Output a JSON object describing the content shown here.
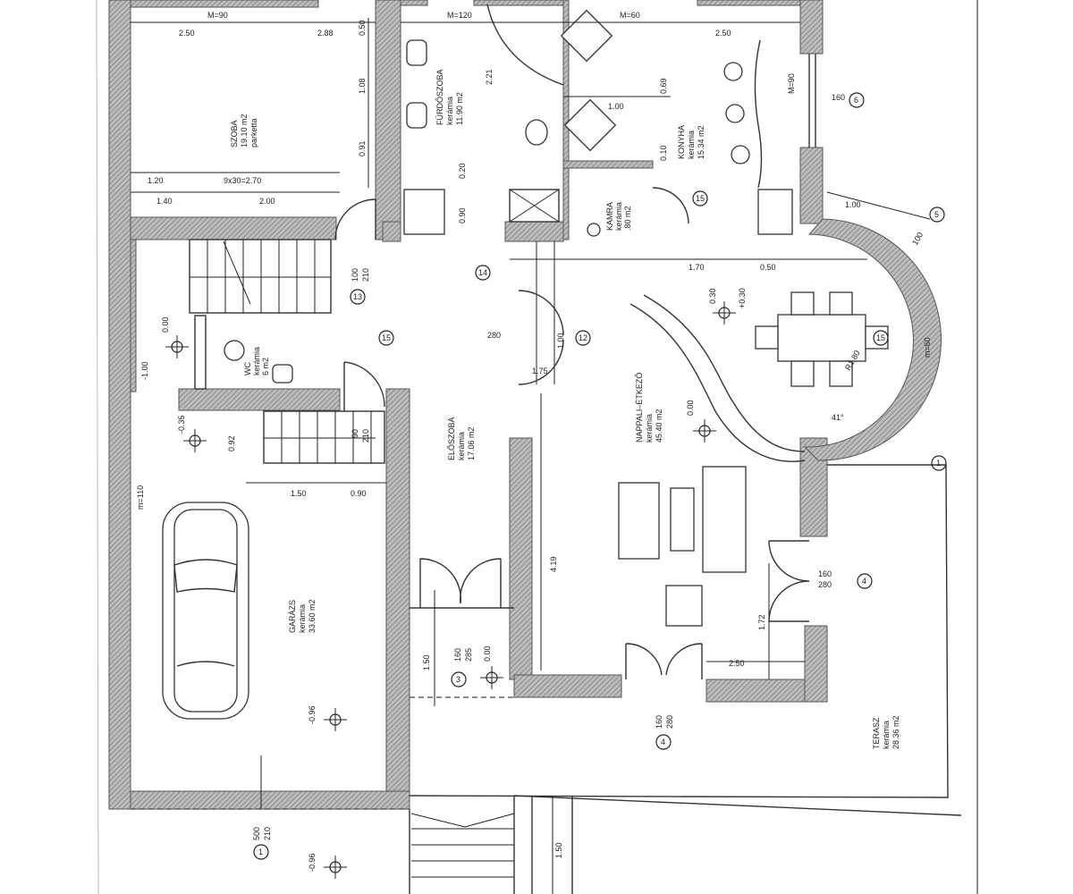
{
  "rooms": {
    "szoba": {
      "name": "SZOBA",
      "area": "19.10 m2",
      "floor": "parketta"
    },
    "furdo": {
      "name": "FÜRDŐSZOBA",
      "floor": "kerámia",
      "area": "11.90 m2"
    },
    "konyha": {
      "name": "KONYHA",
      "floor": "kerámia",
      "area": "15.34 m2"
    },
    "kamra": {
      "name": "KAMRA",
      "floor": "kerámia",
      "area": ".80 m2"
    },
    "wc": {
      "name": "WC",
      "floor": "kerámia",
      "area": "6 m2"
    },
    "eloszoba": {
      "name": "ELŐSZOBA",
      "floor": "kerámia",
      "area": "17.06 m2"
    },
    "nappali": {
      "name": "NAPPALI–ÉTKEZŐ",
      "floor": "kerámia",
      "area": "45.40 m2"
    },
    "garazs": {
      "name": "GARÁZS",
      "floor": "kerámia",
      "area": "33.60 m2"
    },
    "terasz": {
      "name": "TERASZ",
      "floor": "kerámia",
      "area": "28.36 m2"
    }
  },
  "dimensions": {
    "d1": "M=90",
    "d2": "2.50",
    "d3": "2.88",
    "d4": "0.50",
    "d5": "1.08",
    "d6": "0.91",
    "d7": "1.20",
    "d8": "9x30=2.70",
    "d9": "2.00",
    "d10": "1.40",
    "d11": "M=120",
    "d12": "2.21",
    "d13": "0.90",
    "d14": "0.20",
    "d15": "M=60",
    "d16": "2.50",
    "d17": "0.69",
    "d18": "1.00",
    "d19": "0.10",
    "d20": "M=90",
    "d21": "160",
    "d22": "1.00",
    "d23": "100",
    "d24": "1.70",
    "d25": "0.50",
    "d26": "0.30",
    "d27": "280",
    "d28": "1.00",
    "d29": "1.75",
    "d30": "R1.80",
    "d31": "41°",
    "d32": "m=60",
    "d33": "0.00",
    "d34": "4.19",
    "d35": "1.72",
    "d36": "2.50",
    "d37": "160",
    "d38": "280",
    "d39": "160",
    "d40": "280",
    "d41": "1.50",
    "d42": "160",
    "d43": "285",
    "d44": "1.50",
    "d45": "0.90",
    "d46": "100",
    "d47": "210",
    "d48": "90",
    "d49": "210",
    "d50": "m=110",
    "d51": "500",
    "d52": "210",
    "d53": "1.50",
    "d54": "-1.00",
    "d55": "0.92"
  },
  "levels": {
    "l1": "0.00",
    "l2": "-0.35",
    "l3": "-0.96",
    "l4": "-0.96",
    "l5": "0.00",
    "l6": "+0.30",
    "l7": "0.00"
  },
  "tags": {
    "t1": "13",
    "t2": "14",
    "t3": "15",
    "t4": "12",
    "t5": "15",
    "t6": "5",
    "t7": "6",
    "t8": "4",
    "t9": "4",
    "t10": "3",
    "t11": "1",
    "t12": "1",
    "t13": "15"
  }
}
